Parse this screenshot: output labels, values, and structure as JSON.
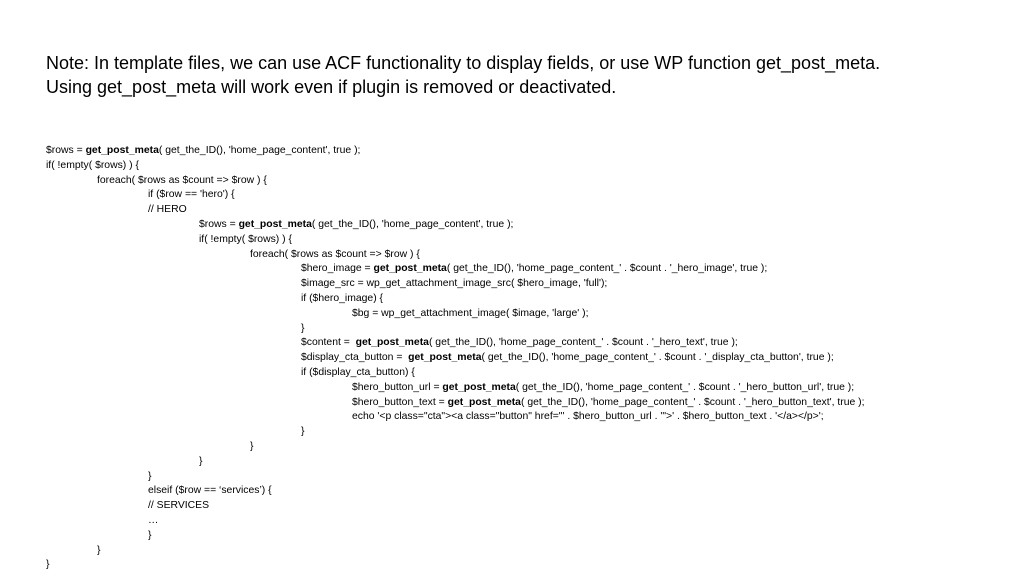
{
  "note": {
    "line1": "Note: In template files, we can use ACF functionality to display fields, or use WP function  get_post_meta.",
    "line2": "Using get_post_meta will work even if plugin is removed or deactivated."
  },
  "code_lines": [
    {
      "indent": 0,
      "segments": [
        {
          "t": "$rows = "
        },
        {
          "t": "get_post_meta",
          "b": true
        },
        {
          "t": "( get_the_ID(), 'home_page_content', true );"
        }
      ]
    },
    {
      "indent": 0,
      "segments": [
        {
          "t": "if( !empty( $rows) ) {"
        }
      ]
    },
    {
      "indent": 1,
      "segments": [
        {
          "t": "foreach( $rows as $count => $row ) {"
        }
      ]
    },
    {
      "indent": 2,
      "segments": [
        {
          "t": "if ($row == 'hero') {"
        }
      ]
    },
    {
      "indent": 2,
      "segments": [
        {
          "t": "// HERO"
        }
      ]
    },
    {
      "indent": 3,
      "segments": [
        {
          "t": "$rows = "
        },
        {
          "t": "get_post_meta",
          "b": true
        },
        {
          "t": "( get_the_ID(), 'home_page_content', true );"
        }
      ]
    },
    {
      "indent": 3,
      "segments": [
        {
          "t": "if( !empty( $rows) ) {"
        }
      ]
    },
    {
      "indent": 4,
      "segments": [
        {
          "t": "foreach( $rows as $count => $row ) {"
        }
      ]
    },
    {
      "indent": 5,
      "segments": [
        {
          "t": "$hero_image = "
        },
        {
          "t": "get_post_meta",
          "b": true
        },
        {
          "t": "( get_the_ID(), 'home_page_content_' . $count . '_hero_image', true );"
        }
      ]
    },
    {
      "indent": 5,
      "segments": [
        {
          "t": "$image_src = wp_get_attachment_image_src( $hero_image, 'full');"
        }
      ]
    },
    {
      "indent": 5,
      "segments": [
        {
          "t": "if ($hero_image) {"
        }
      ]
    },
    {
      "indent": 6,
      "segments": [
        {
          "t": "$bg = wp_get_attachment_image( $image, 'large' );"
        }
      ]
    },
    {
      "indent": 5,
      "segments": [
        {
          "t": "}"
        }
      ]
    },
    {
      "indent": 5,
      "segments": [
        {
          "t": "$content =  "
        },
        {
          "t": "get_post_meta",
          "b": true
        },
        {
          "t": "( get_the_ID(), 'home_page_content_' . $count . '_hero_text', true );"
        }
      ]
    },
    {
      "indent": 5,
      "segments": [
        {
          "t": "$display_cta_button =  "
        },
        {
          "t": "get_post_meta",
          "b": true
        },
        {
          "t": "( get_the_ID(), 'home_page_content_' . $count . '_display_cta_button', true );"
        }
      ]
    },
    {
      "indent": 5,
      "segments": [
        {
          "t": "if ($display_cta_button) {"
        }
      ]
    },
    {
      "indent": 6,
      "segments": [
        {
          "t": "$hero_button_url = "
        },
        {
          "t": "get_post_meta",
          "b": true
        },
        {
          "t": "( get_the_ID(), 'home_page_content_' . $count . '_hero_button_url', true );"
        }
      ]
    },
    {
      "indent": 6,
      "segments": [
        {
          "t": "$hero_button_text = "
        },
        {
          "t": "get_post_meta",
          "b": true
        },
        {
          "t": "( get_the_ID(), 'home_page_content_' . $count . '_hero_button_text', true );"
        }
      ]
    },
    {
      "indent": 6,
      "segments": [
        {
          "t": "echo '<p class=\"cta\"><a class=\"button\" href=\"' . $hero_button_url . '\">' . $hero_button_text . '</a></p>';"
        }
      ]
    },
    {
      "indent": 5,
      "segments": [
        {
          "t": "}"
        }
      ]
    },
    {
      "indent": 4,
      "segments": [
        {
          "t": "}"
        }
      ]
    },
    {
      "indent": 3,
      "segments": [
        {
          "t": "}"
        }
      ]
    },
    {
      "indent": 2,
      "segments": [
        {
          "t": "}"
        }
      ]
    },
    {
      "indent": 2,
      "segments": [
        {
          "t": "elseif ($row == ‘services’) {"
        }
      ]
    },
    {
      "indent": 2,
      "segments": [
        {
          "t": "// SERVICES"
        }
      ]
    },
    {
      "indent": 2,
      "segments": [
        {
          "t": "…"
        }
      ]
    },
    {
      "indent": 2,
      "segments": [
        {
          "t": "}"
        }
      ]
    },
    {
      "indent": 1,
      "segments": [
        {
          "t": "}"
        }
      ]
    },
    {
      "indent": 0,
      "segments": [
        {
          "t": "}"
        }
      ]
    }
  ]
}
